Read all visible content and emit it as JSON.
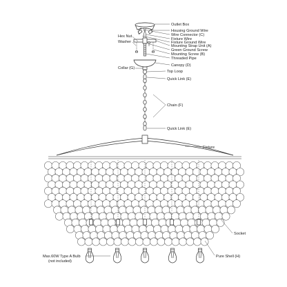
{
  "callouts": {
    "outlet_box": "Outlet Box",
    "housing_ground_wire": "Housing Ground Wire",
    "wire_connector": "Wire Connector (C)",
    "fixture_wire": "Fixture Wire",
    "fixture_ground_wire": "Fixture Ground Wire",
    "mounting_strap_unit": "Mounting Strap Unit (A)",
    "green_ground_screw": "Green Ground Screw",
    "mounting_screw": "Mounting Screw (B)",
    "threaded_pipe": "Threaded Pipe",
    "canopy": "Canopy (D)",
    "hex_nut": "Hex Nut",
    "washer": "Washer",
    "collar": "Collar (G)",
    "top_loop": "Top Loop",
    "quick_link_upper": "Quick Link (E)",
    "chain": "Chain (F)",
    "quick_link_lower": "Quick Link (E)",
    "fixture": "Fixture",
    "socket": "Socket",
    "pure_shell": "Pure Shell (H)",
    "bulb_line1": "Max.60W Type A Bulb",
    "bulb_line2": "(not included)"
  }
}
